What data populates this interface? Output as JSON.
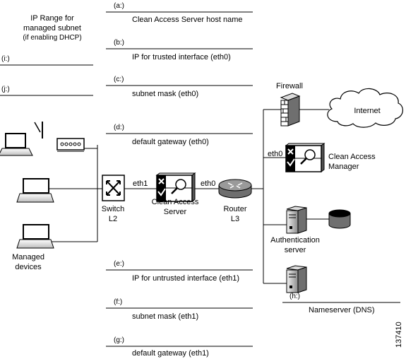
{
  "ip_range": {
    "line1": "IP Range for",
    "line2": "managed subnet",
    "line3": "(if enabling DHCP)"
  },
  "fields": {
    "a": {
      "tag": "(a:)",
      "label": "Clean Access Server host name"
    },
    "b": {
      "tag": "(b:)",
      "label": "IP for trusted interface (eth0)"
    },
    "c": {
      "tag": "(c:)",
      "label": "subnet mask (eth0)"
    },
    "d": {
      "tag": "(d:)",
      "label": "default gateway (eth0)"
    },
    "e": {
      "tag": "(e:)",
      "label": "IP for untrusted interface (eth1)"
    },
    "f": {
      "tag": "(f:)",
      "label": "subnet mask (eth1)"
    },
    "g": {
      "tag": "(g:)",
      "label": "default gateway (eth1)"
    },
    "h": {
      "tag": "(h:)",
      "label": "Nameserver (DNS)"
    },
    "i": {
      "tag": "(i:)"
    },
    "j": {
      "tag": "(j:)"
    }
  },
  "devices": {
    "managed_line1": "Managed",
    "managed_line2": "devices",
    "switch_line1": "Switch",
    "switch_line2": "L2",
    "cas_line1": "Clean Access",
    "cas_line2": "Server",
    "router_line1": "Router",
    "router_line2": "L3",
    "firewall": "Firewall",
    "internet": "Internet",
    "cam_line1": "Clean Access",
    "cam_line2": "Manager",
    "auth_line1": "Authentication",
    "auth_line2": "server",
    "eth1": "eth1",
    "eth0_router": "eth0",
    "eth0_cam": "eth0"
  },
  "figure_id": "137410"
}
